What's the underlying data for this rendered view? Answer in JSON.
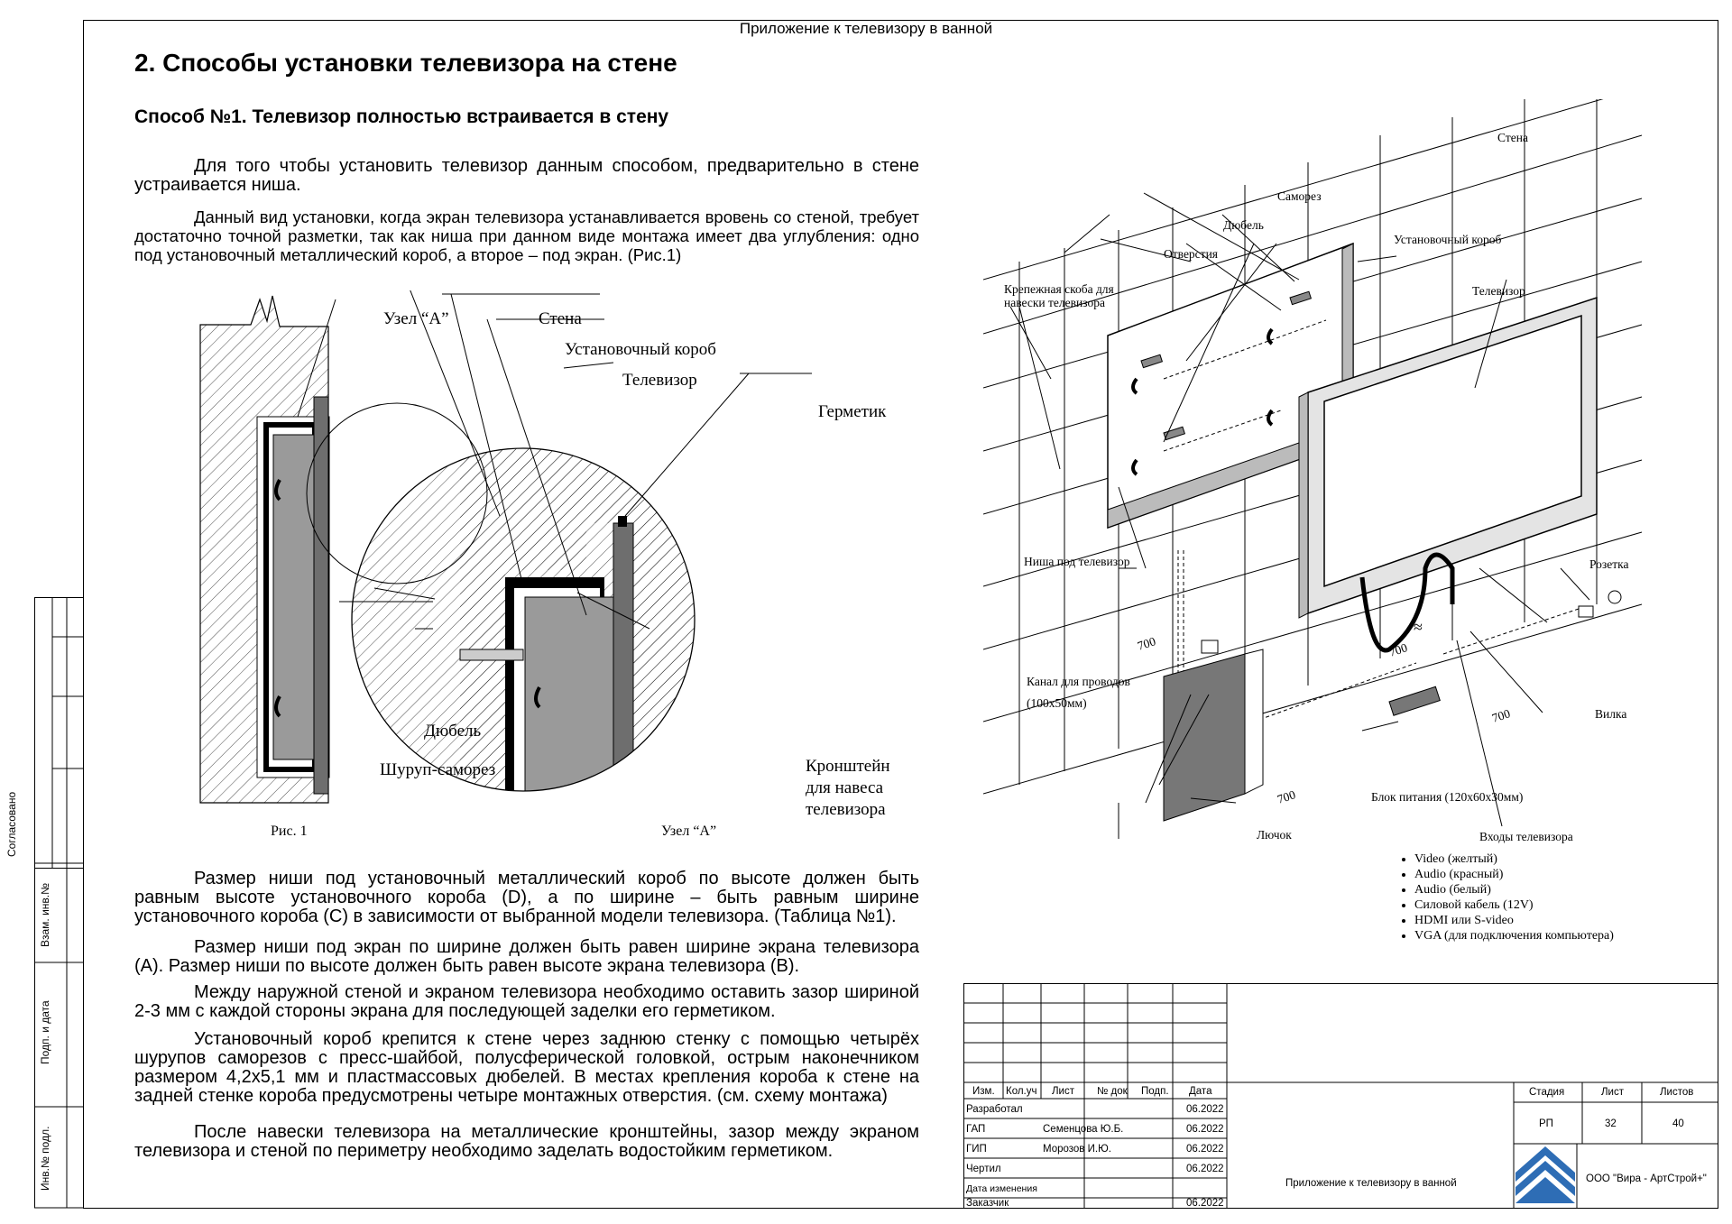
{
  "header": {
    "title": "Приложение к телевизору в ванной"
  },
  "section": {
    "heading": "2. Способы установки телевизора на стене",
    "method_title": "Способ №1. Телевизор полностью встраивается в стену",
    "intro": "Для того чтобы установить телевизор данным способом, предварительно в стене устраивается ниша.",
    "p1": "Данный вид установки, когда экран телевизора устанавливается вровень со стеной, требует достаточно точной разметки, так как ниша при данном виде монтажа имеет два углубления: одно под установочный металлический короб, а второе – под экран. (Рис.1)",
    "p2": "Размер ниши под установочный металлический короб по высоте должен быть равным высоте установочного короба (D), а по ширине – быть равным ширине установочного короба (C) в зависимости от выбранной модели телевизора. (Таблица №1).",
    "p3": "Размер ниши под экран по ширине должен быть равен ширине экрана телевизора (A). Размер ниши по высоте должен быть равен высоте экрана телевизора (B).",
    "p4": "Между наружной стеной и экраном телевизора необходимо оставить зазор шириной 2-3 мм с каждой стороны экрана для последующей заделки его герметиком.",
    "p5": "Установочный короб крепится к стене через заднюю стенку с помощью четырёх шурупов саморезов с пресс-шайбой, полусферической головкой, острым наконечником размером 4,2х5,1 мм и пластмассовых дюбелей. В местах крепления короба к стене на задней стенке короба предусмотрены четыре монтажных отверстия. (см. схему монтажа)",
    "p6": "После навески телевизора на металлические кронштейны, зазор между экраном телевизора и стеной по периметру необходимо заделать водостойким герметиком."
  },
  "figure1": {
    "node_label": "Узел “А”",
    "wall": "Стена",
    "box": "Установочный короб",
    "tv": "Телевизор",
    "sealant": "Герметик",
    "dowel": "Дюбель",
    "screw": "Шуруп-саморез",
    "bracket_1": "Кронштейн",
    "bracket_2": "для навеса",
    "bracket_3": "телевизора",
    "caption_fig": "Рис. 1",
    "caption_node": "Узел “А”"
  },
  "figure2": {
    "wall": "Стена",
    "screw": "Саморез",
    "dowel": "Дюбель",
    "holes": "Отверстия",
    "install_box": "Установочный короб",
    "bracket_1": "Крепежная скоба для",
    "bracket_2": "навески телевизора",
    "tv": "Телевизор",
    "niche": "Ниша под телевизор",
    "socket": "Розетка",
    "channel_1": "Канал для проводов",
    "channel_2": "(100х50мм)",
    "plug": "Вилка",
    "hatch": "Лючок",
    "psu": "Блок питания (120х60х30мм)",
    "inputs": "Входы телевизора",
    "dim_700": "700",
    "approx": "≈",
    "inputs_list": [
      "Video (желтый)",
      "Audio (красный)",
      "Audio (белый)",
      "Силовой кабель (12V)",
      "HDMI или S-video",
      "VGA (для подключения компьютера)"
    ]
  },
  "side_stamp": {
    "agreed": "Согласовано",
    "inv_replace": "Взам. инв.№",
    "sign_date": "Подп. и дата",
    "inv_orig": "Инв.№ подл."
  },
  "title_block": {
    "col_headers": [
      "Изм.",
      "Кол.уч",
      "Лист",
      "№ док",
      "Подп.",
      "Дата"
    ],
    "rows": [
      {
        "role": "Разработал",
        "name": "",
        "date": "06.2022"
      },
      {
        "role": "ГАП",
        "name": "Семенцова Ю.Б.",
        "date": "06.2022"
      },
      {
        "role": "ГИП",
        "name": "Морозов И.Ю.",
        "date": "06.2022"
      },
      {
        "role": "Чертил",
        "name": "",
        "date": "06.2022"
      },
      {
        "role": "Дата изменения",
        "name": "",
        "date": ""
      },
      {
        "role": "Заказчик",
        "name": "",
        "date": "06.2022"
      }
    ],
    "stage_label": "Стадия",
    "sheet_label": "Лист",
    "sheets_label": "Листов",
    "stage": "РП",
    "sheet": "32",
    "sheets": "40",
    "doc_title": "Приложение к телевизору в ванной",
    "company": "ООО \"Вира - АртСтрой+\""
  }
}
